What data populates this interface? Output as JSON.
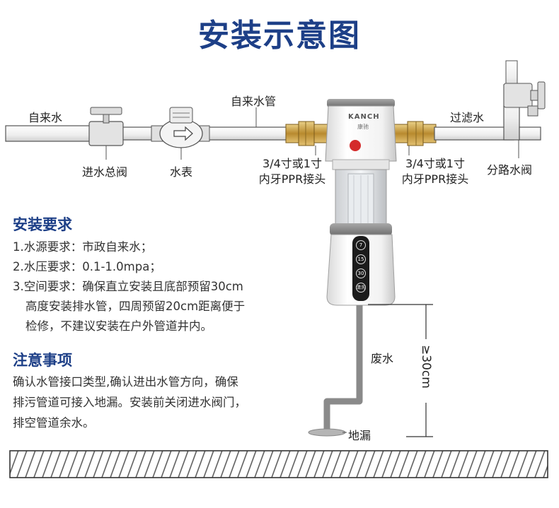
{
  "title": "安装示意图",
  "labels": {
    "tap_water_in": "自来水",
    "main_valve": "进水总阀",
    "water_meter": "水表",
    "tap_water_pipe": "自来水管",
    "connector_left_line1": "3/4寸或1寸",
    "connector_left_line2": "内牙PPR接头",
    "connector_right_line1": "3/4寸或1寸",
    "connector_right_line2": "内牙PPR接头",
    "filtered_water": "过滤水",
    "branch_valve": "分路水阀",
    "waste_water": "废水",
    "floor_drain": "地漏",
    "clearance": "≥30cm",
    "brand": "KANCH",
    "brand_sub": "康驰",
    "panel_buttons": [
      "7",
      "15",
      "30",
      "清洗"
    ]
  },
  "install_requirements": {
    "heading": "安装要求",
    "lines": [
      "1.水源要求：市政自来水；",
      "2.水压要求：0.1-1.0mpa；",
      "3.空间要求：确保直立安装且底部预留30cm",
      "高度安装排水管，四周预留20cm距离便于",
      "检修，不建议安装在户外管道井内。"
    ]
  },
  "notes": {
    "heading": "注意事项",
    "lines": [
      "确认水管接口类型,确认进出水管方向，确保",
      "排污管道可接入地漏。安装前关闭进水阀门，",
      "排空管道余水。"
    ]
  },
  "colors": {
    "title": "#1d3f87",
    "brass": "#c9a24a",
    "pipe": "#f2f2f2",
    "pipe_stroke": "#555555",
    "drain_pipe": "#8a8a8a",
    "panel": "#1b1b1b"
  }
}
